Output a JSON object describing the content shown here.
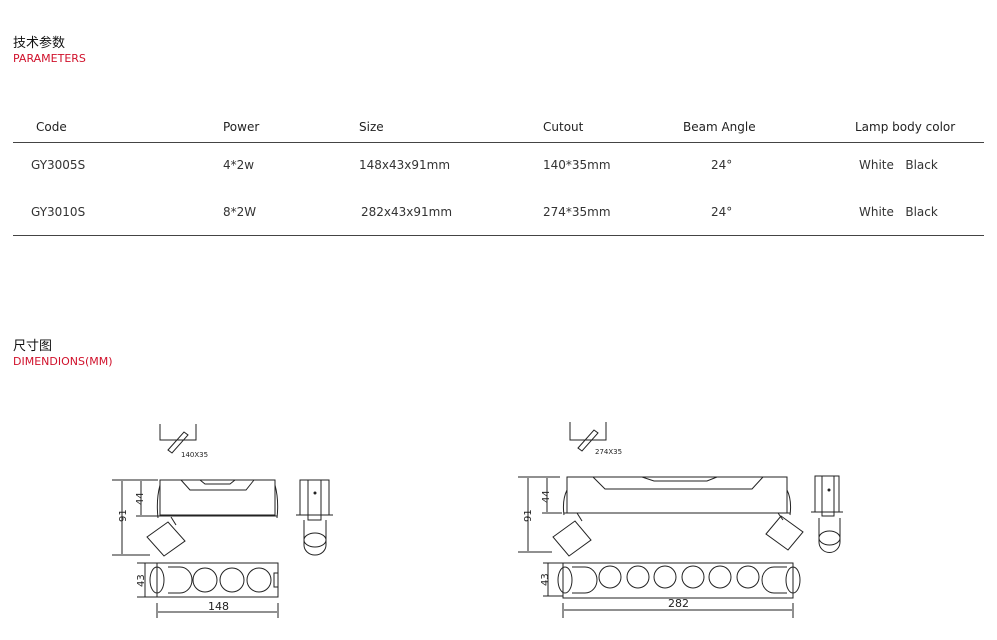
{
  "parameters": {
    "title_cn": "技术参数",
    "title_en": "PARAMETERS",
    "headers": [
      "Code",
      "Power",
      "Size",
      "Cutout",
      "Beam Angle",
      "Lamp body color"
    ],
    "rows": [
      [
        "GY3005S",
        "4*2w",
        "148x43x91mm",
        "140*35mm",
        "24°",
        "White   Black"
      ],
      [
        "GY3010S",
        "8*2W",
        "282x43x91mm",
        "274*35mm",
        "24°",
        "White   Black"
      ]
    ]
  },
  "dimensions": {
    "title_cn": "尺寸图",
    "title_en": "DIMENDIONS(MM)",
    "drawings": [
      {
        "cutout": "140X35",
        "height": "91",
        "body_height": "44",
        "width_bottom": "43",
        "length": "148"
      },
      {
        "cutout": "274X35",
        "height": "91",
        "body_height": "44",
        "width_bottom": "43",
        "length": "282"
      }
    ]
  }
}
